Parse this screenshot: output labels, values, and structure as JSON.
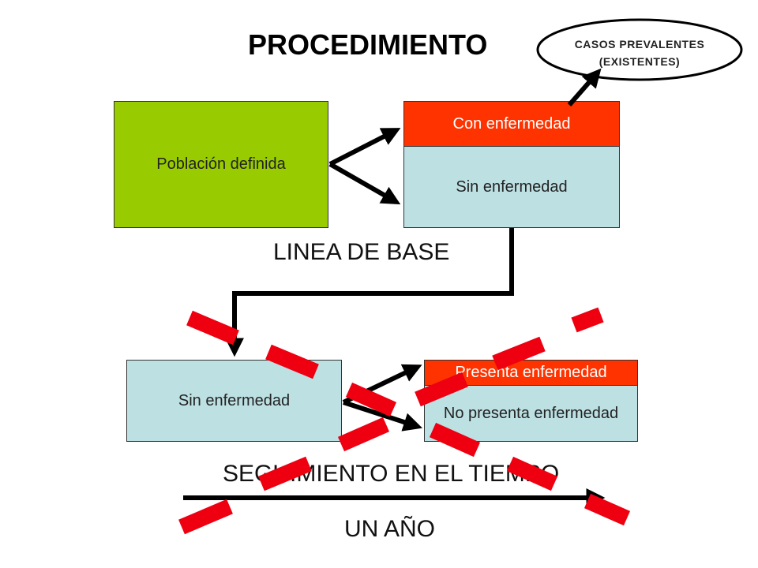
{
  "title": "PROCEDIMIENTO",
  "casos": {
    "line1": "CASOS PREVALENTES",
    "line2": "(EXISTENTES)"
  },
  "baseline": {
    "poblacion": "Población definida",
    "con_enfermedad": "Con enfermedad",
    "sin_enfermedad": "Sin enfermedad",
    "label": "LINEA DE BASE"
  },
  "followup": {
    "sin_enfermedad": "Sin enfermedad",
    "presenta": "Presenta enfermedad",
    "no_presenta": "No presenta enfermedad",
    "label": "SEGUIMIENTO EN EL TIEMPO",
    "time_label": "UN AÑO"
  },
  "colors": {
    "poblacion": "#99cc00",
    "con_enfermedad": "#ff3300",
    "sin_enfermedad": "#bde0e3",
    "cross_marks": "#ee0011",
    "arrows": "#000000"
  }
}
